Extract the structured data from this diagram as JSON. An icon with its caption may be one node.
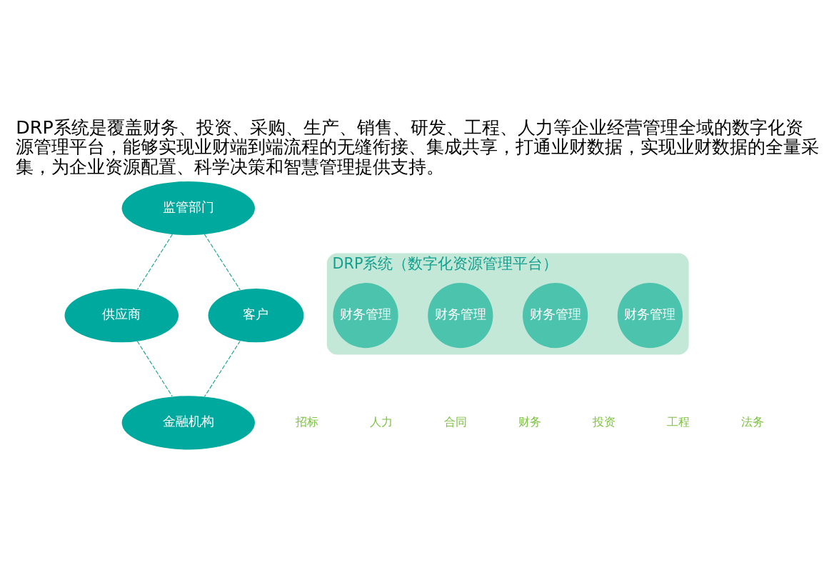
{
  "diagram": {
    "title": "DRP系统是覆盖财务、投资、采购、生产、销售、研发、工程、人力等企业经营管理全域的数字化资源管理平台，能够实现业财端到端流程的无缝衔接、集成共享，打通业财数据，实现业财数据的全量采集，为企业资源配置、科学决策和智慧管理提供支持。",
    "nodes": [
      {
        "text": [
          "监管部门"
        ]
      },
      {
        "text": [
          "供应商"
        ]
      },
      {
        "text": [
          "客户"
        ]
      },
      {
        "text": [
          "金融机构"
        ]
      },
      {
        "text": [
          "DRP系统（数字化资源管理平台）"
        ]
      },
      {
        "text": [
          "财务管理"
        ],
        "in": 4
      },
      {
        "text": [
          "财务管理"
        ],
        "in": 4
      },
      {
        "text": [
          "财务管理"
        ],
        "in": 4
      },
      {
        "text": [
          "财务管理"
        ],
        "in": 4
      }
    ],
    "edges": [
      {
        "from": 0,
        "to": 2,
        "arrow": "none",
        "style": "dashed"
      },
      {
        "from": 2,
        "to": 3,
        "arrow": "none",
        "style": "dashed"
      },
      {
        "from": 0,
        "to": 1,
        "arrow": "none",
        "style": "dashed"
      },
      {
        "from": 1,
        "to": 3,
        "arrow": "none",
        "style": "dashed"
      }
    ],
    "labels": [
      "招标",
      "人力",
      "合同",
      "财务",
      "投资",
      "工程",
      "法务"
    ]
  }
}
